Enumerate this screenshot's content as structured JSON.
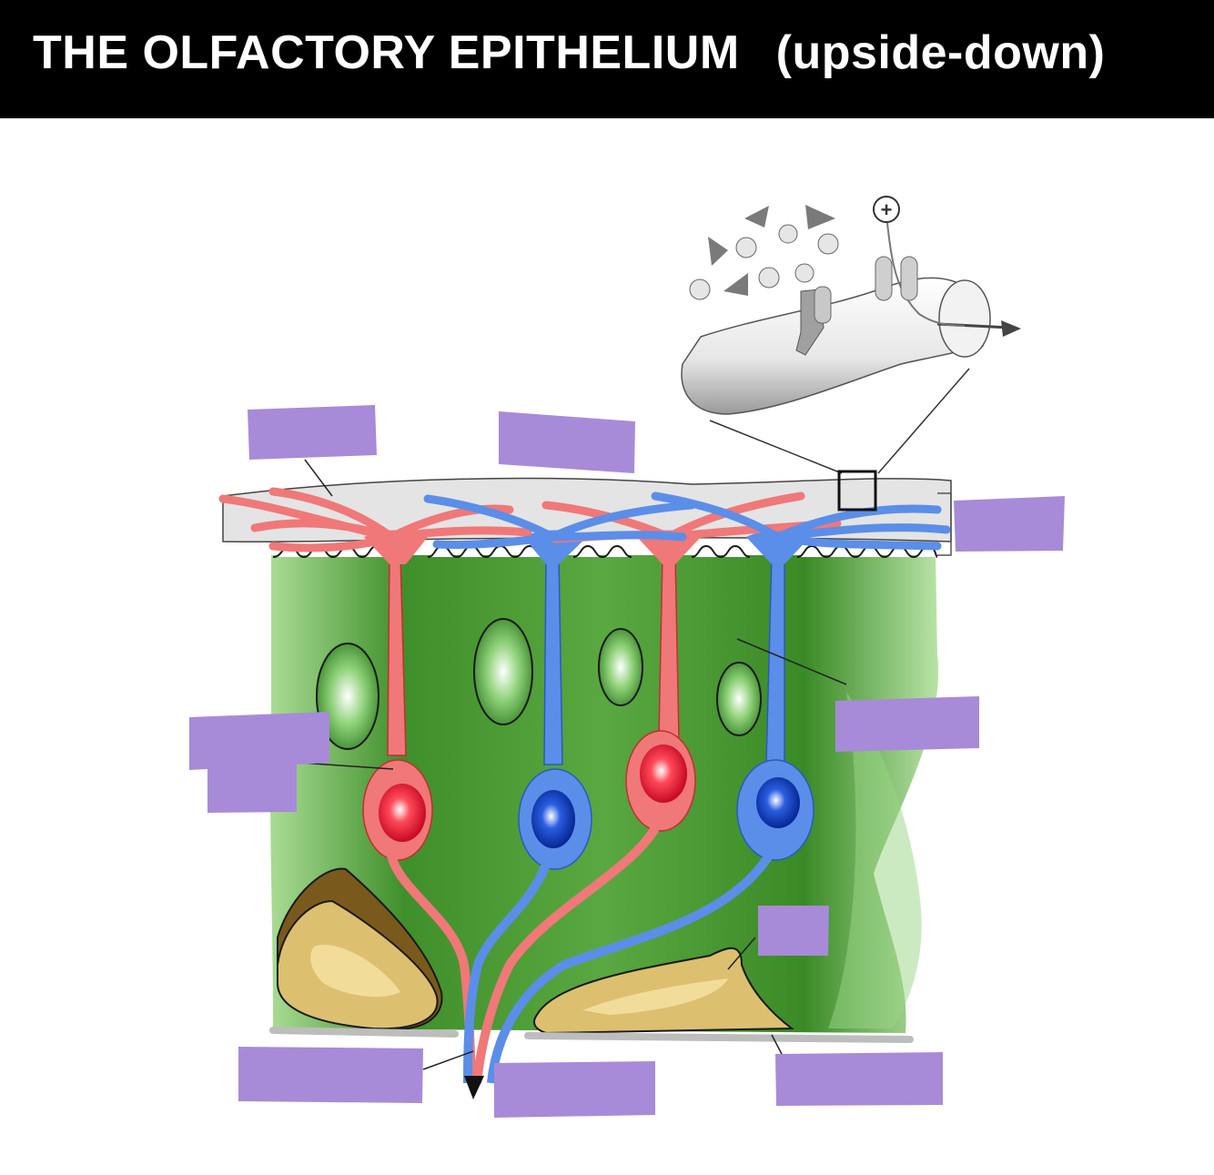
{
  "header": {
    "title": "THE OLFACTORY EPITHELIUM",
    "subtitle": "(upside-down)"
  },
  "diagram": {
    "inset_symbol": "+",
    "colors": {
      "neuron_red": "#f07878",
      "neuron_red_nucleus": "#d4001a",
      "neuron_blue": "#5b8ee8",
      "neuron_blue_nucleus": "#0030b0",
      "epithelium_green": "#3f8f2a",
      "basal_tan": "#dcc070",
      "label_box": "#a78bd8"
    },
    "label_boxes": [
      "blank-1",
      "blank-2",
      "blank-3",
      "blank-4",
      "blank-5",
      "blank-6",
      "blank-7",
      "blank-8",
      "blank-9"
    ]
  }
}
